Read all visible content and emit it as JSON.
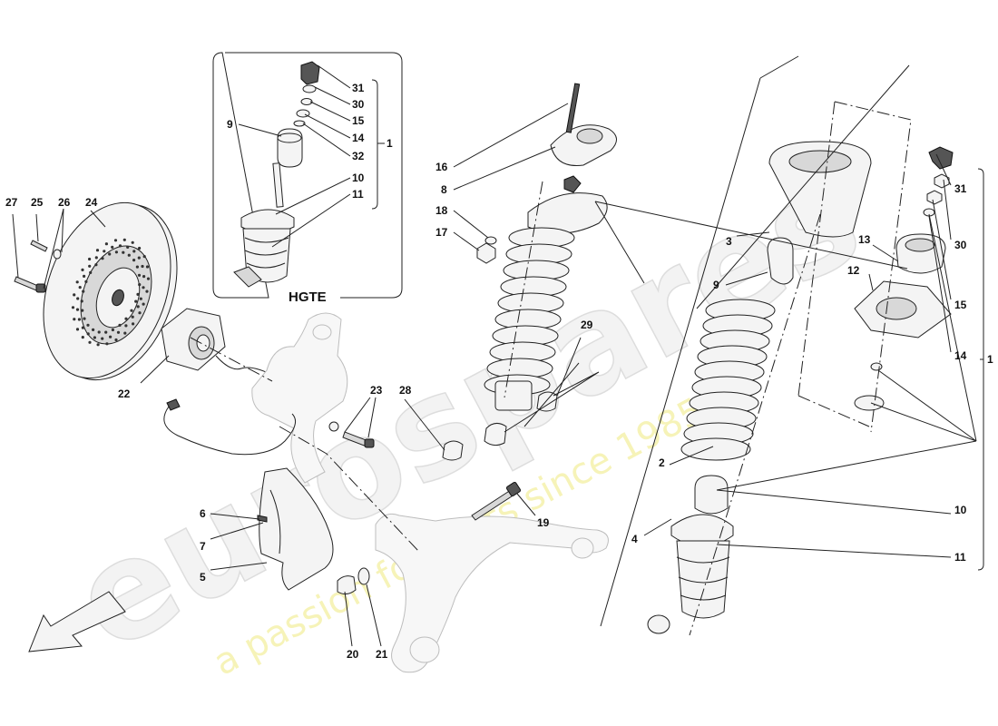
{
  "watermark": {
    "brand": "eurospares",
    "tagline": "a passion for parts since 1985"
  },
  "inset": {
    "title": "HGTE"
  },
  "callouts": {
    "c1_inset": "1",
    "c31_inset": "31",
    "c30_inset": "30",
    "c15_inset": "15",
    "c14_inset": "14",
    "c32": "32",
    "c9_inset": "9",
    "c10_inset": "10",
    "c11_inset": "11",
    "c16": "16",
    "c8": "8",
    "c18": "18",
    "c17": "17",
    "c29": "29",
    "c28": "28",
    "c23": "23",
    "c22": "22",
    "c27": "27",
    "c25": "25",
    "c26": "26",
    "c24": "24",
    "c6": "6",
    "c7": "7",
    "c5": "5",
    "c19": "19",
    "c20": "20",
    "c21": "21",
    "c3": "3",
    "c9": "9",
    "c2": "2",
    "c4": "4",
    "c10": "10",
    "c11": "11",
    "c13": "13",
    "c12": "12",
    "c31": "31",
    "c30": "30",
    "c15": "15",
    "c14": "14",
    "c1": "1"
  },
  "icons": {
    "direction": "arrow-icon"
  }
}
